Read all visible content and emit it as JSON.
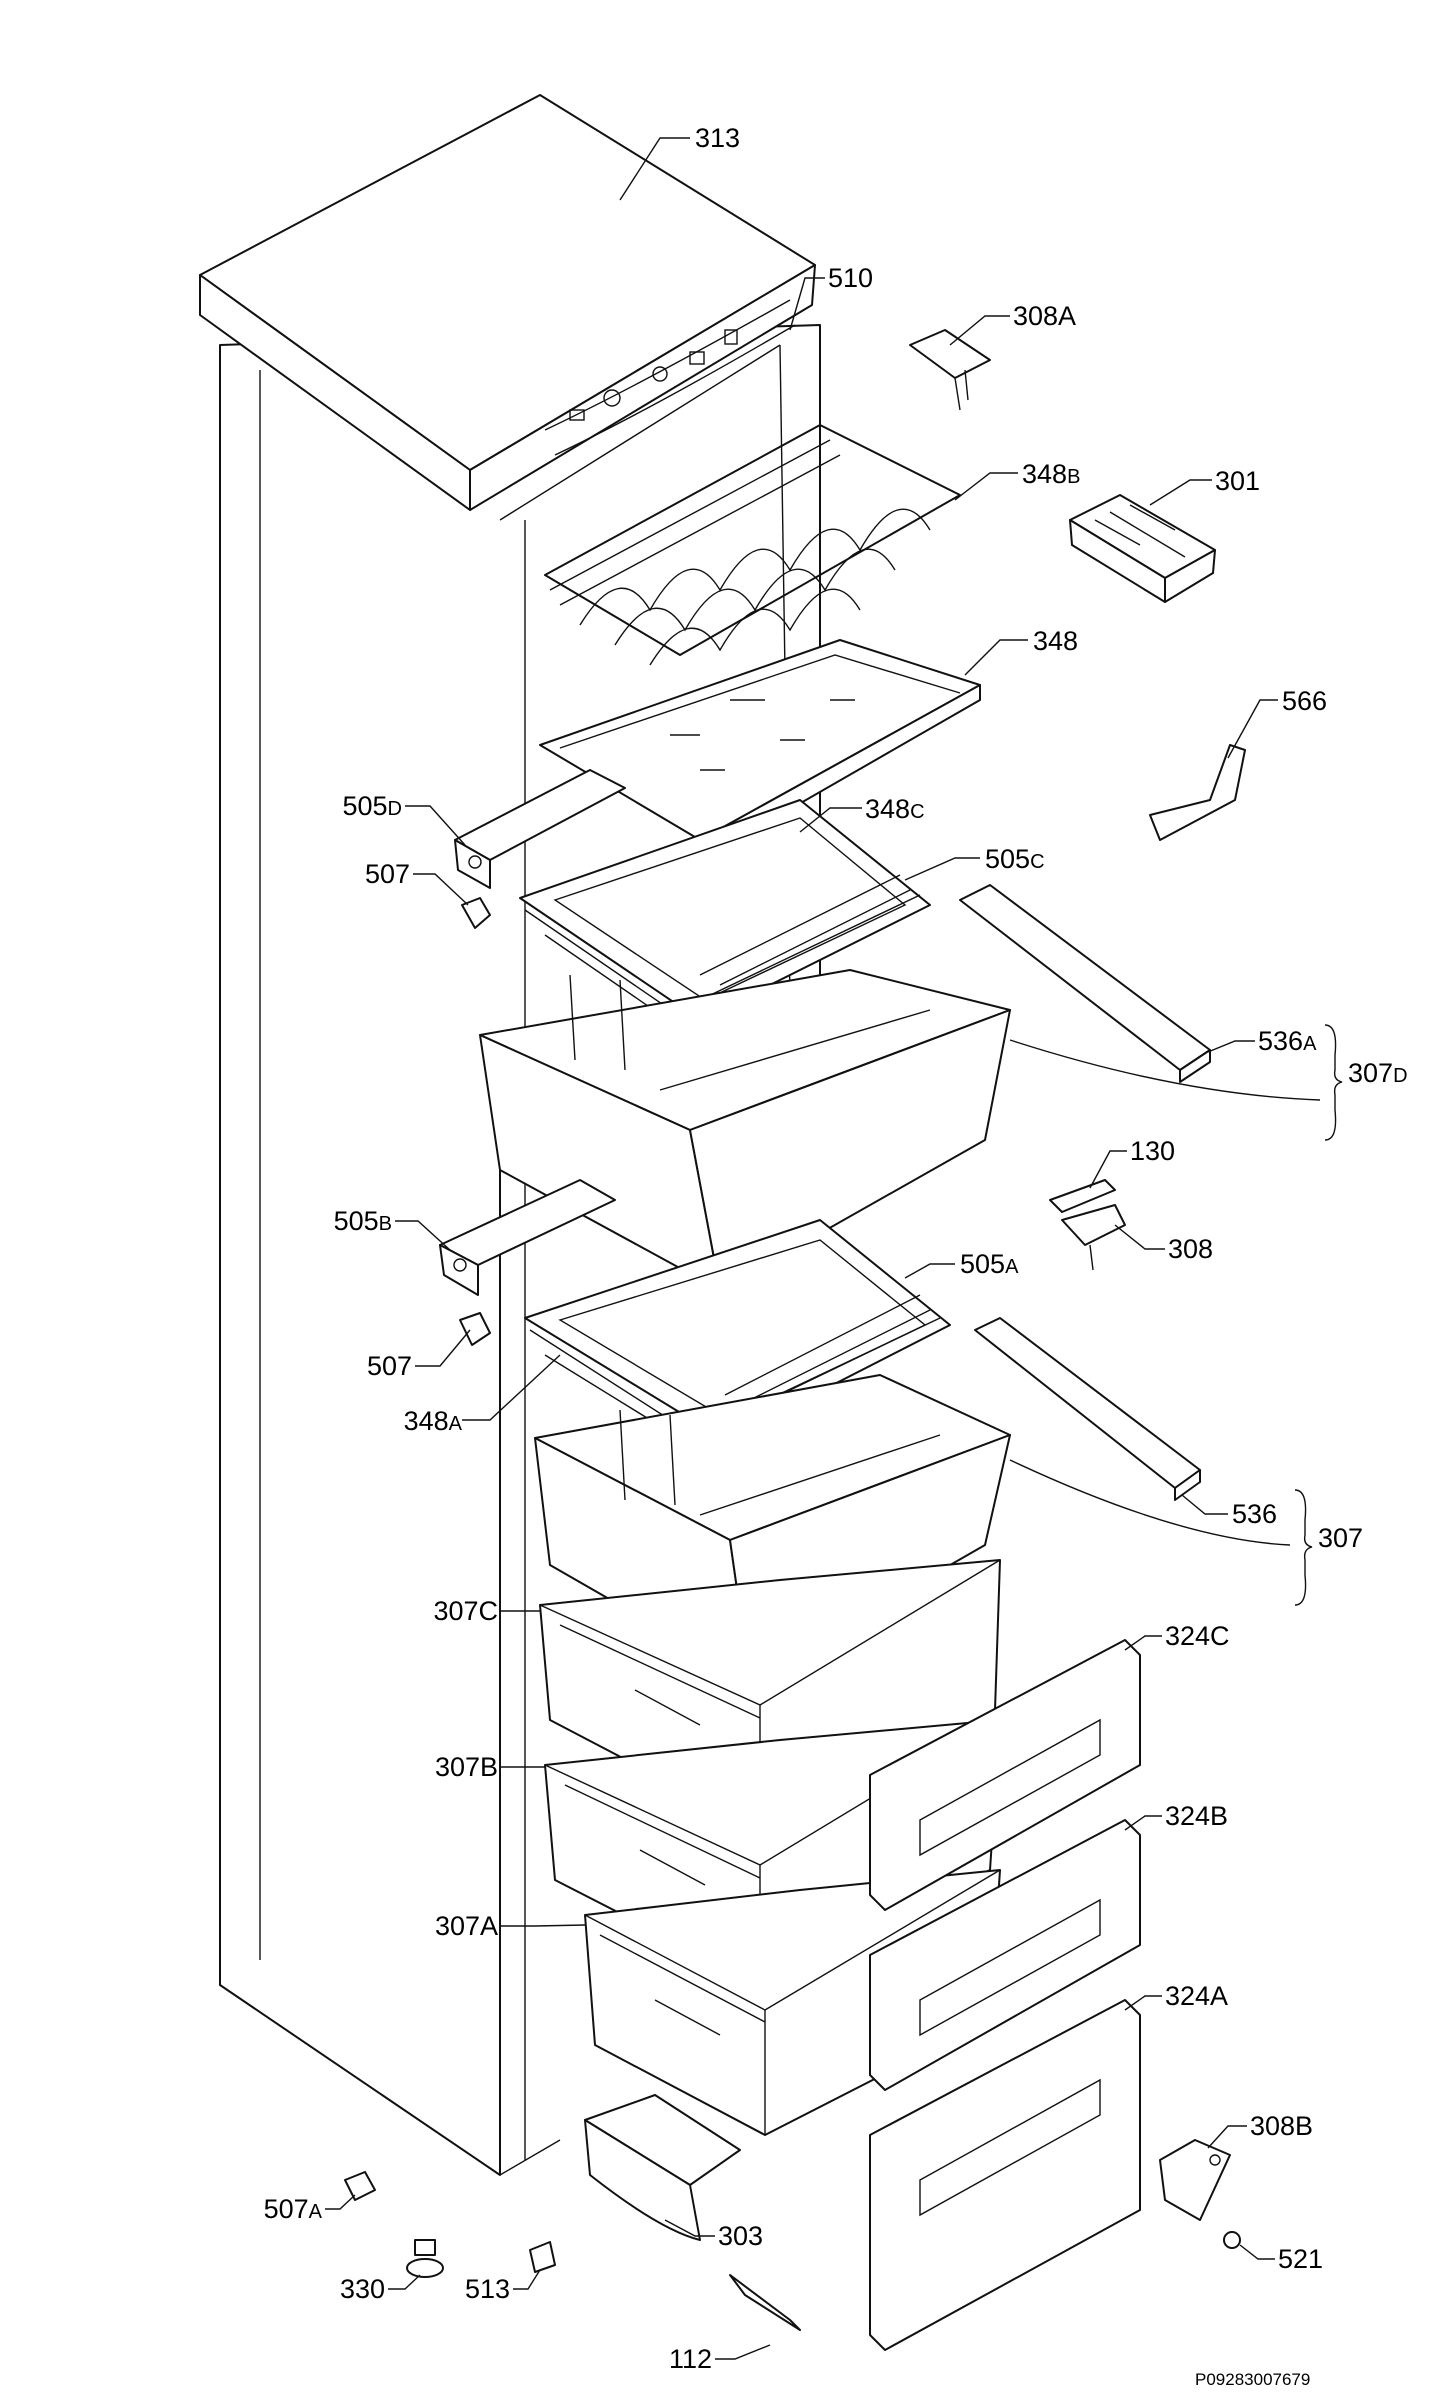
{
  "drawing_code": "P09283007679",
  "labels": [
    {
      "id": "l313",
      "num": "313",
      "suf": ""
    },
    {
      "id": "l510",
      "num": "510",
      "suf": ""
    },
    {
      "id": "l308A",
      "num": "308A",
      "suf": ""
    },
    {
      "id": "l348B",
      "num": "348",
      "suf": "B"
    },
    {
      "id": "l301",
      "num": "301",
      "suf": ""
    },
    {
      "id": "l348",
      "num": "348",
      "suf": ""
    },
    {
      "id": "l566",
      "num": "566",
      "suf": ""
    },
    {
      "id": "l505D",
      "num": "505",
      "suf": "D"
    },
    {
      "id": "l348C",
      "num": "348",
      "suf": "C"
    },
    {
      "id": "l505C",
      "num": "505",
      "suf": "C"
    },
    {
      "id": "l507a",
      "num": "507",
      "suf": ""
    },
    {
      "id": "l536A",
      "num": "536",
      "suf": "A"
    },
    {
      "id": "l307D",
      "num": "307",
      "suf": "D"
    },
    {
      "id": "l130",
      "num": "130",
      "suf": ""
    },
    {
      "id": "l505B",
      "num": "505",
      "suf": "B"
    },
    {
      "id": "l505A",
      "num": "505",
      "suf": "A"
    },
    {
      "id": "l308",
      "num": "308",
      "suf": ""
    },
    {
      "id": "l507b",
      "num": "507",
      "suf": ""
    },
    {
      "id": "l348A",
      "num": "348",
      "suf": "A"
    },
    {
      "id": "l536",
      "num": "536",
      "suf": ""
    },
    {
      "id": "l307",
      "num": "307",
      "suf": ""
    },
    {
      "id": "l307C",
      "num": "307C",
      "suf": ""
    },
    {
      "id": "l324C",
      "num": "324C",
      "suf": ""
    },
    {
      "id": "l307B",
      "num": "307B",
      "suf": ""
    },
    {
      "id": "l324B",
      "num": "324B",
      "suf": ""
    },
    {
      "id": "l307A",
      "num": "307A",
      "suf": ""
    },
    {
      "id": "l324A",
      "num": "324A",
      "suf": ""
    },
    {
      "id": "l308B",
      "num": "308B",
      "suf": ""
    },
    {
      "id": "l507A",
      "num": "507",
      "suf": "A"
    },
    {
      "id": "l303",
      "num": "303",
      "suf": ""
    },
    {
      "id": "l521",
      "num": "521",
      "suf": ""
    },
    {
      "id": "l330",
      "num": "330",
      "suf": ""
    },
    {
      "id": "l513",
      "num": "513",
      "suf": ""
    },
    {
      "id": "l112",
      "num": "112",
      "suf": ""
    }
  ]
}
